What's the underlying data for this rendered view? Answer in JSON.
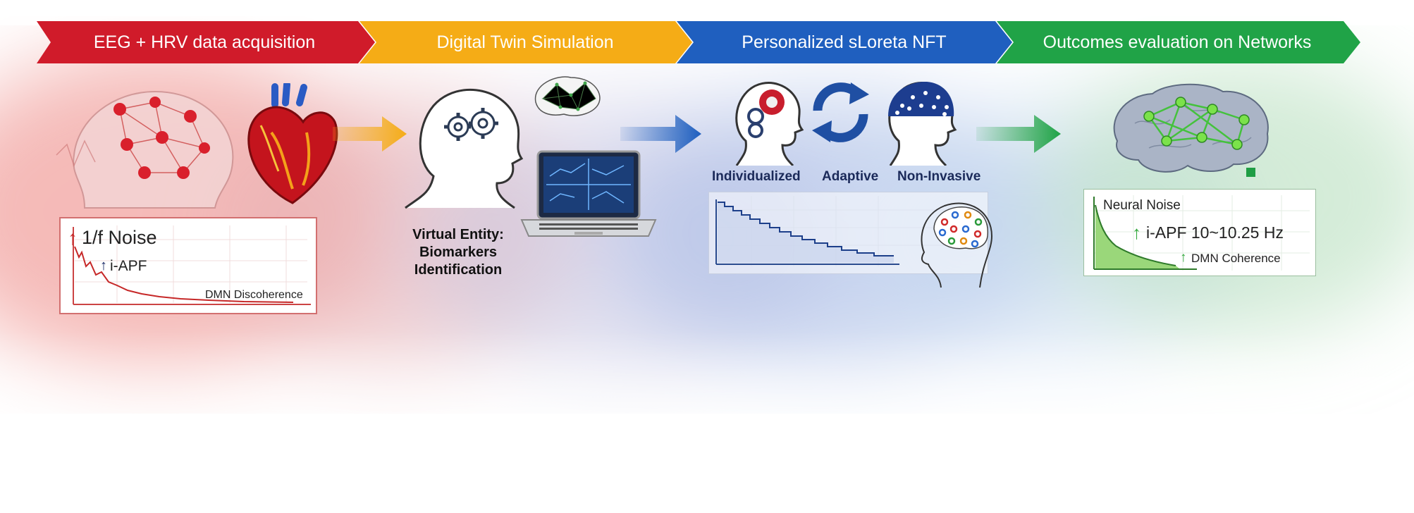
{
  "stages": [
    {
      "label": "EEG + HRV data acquisition",
      "color": "#d01b2a"
    },
    {
      "label": "Digital Twin Simulation",
      "color": "#f5ac16"
    },
    {
      "label": "Personalized sLoreta NFT",
      "color": "#1f5fbf"
    },
    {
      "label": "Outcomes evaluation on Networks",
      "color": "#20a347"
    }
  ],
  "acquisition_panel": {
    "arrow": "↑",
    "noise_label": "1/f Noise",
    "iapf_arrow": "↑",
    "iapf_label": "i-APF",
    "dmn_label": "DMN Discoherence"
  },
  "twin": {
    "caption_line1": "Virtual Entity:",
    "caption_line2": "Biomarkers",
    "caption_line3": "Identification"
  },
  "nft": {
    "feature_1": "Individualized",
    "feature_2": "Adaptive",
    "feature_3": "Non-Invasive"
  },
  "outcome_panel": {
    "title": "Neural Noise",
    "iapf_arrow": "↑",
    "iapf_label": "i-APF 10~10.25 Hz",
    "dmn_arrow": "↑",
    "dmn_label": "DMN Coherence"
  },
  "icons": {
    "brain_network": "brain-network-icon",
    "heart": "heart-icon",
    "head_gears": "head-gears-icon",
    "laptop": "laptop-icon",
    "cycle": "cycle-arrows-icon",
    "eeg_cap": "eeg-cap-icon",
    "connectome": "connectome-brain-icon"
  }
}
